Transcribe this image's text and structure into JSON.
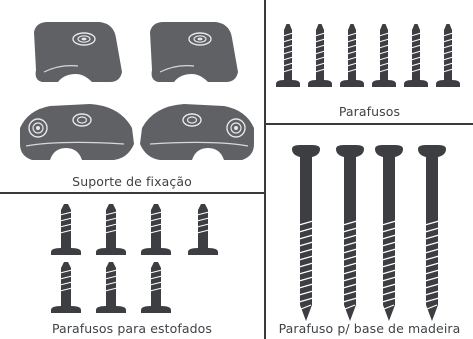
{
  "panels": {
    "mount": {
      "label": "Suporte de fixação"
    },
    "screws": {
      "label": "Parafusos"
    },
    "upholstery": {
      "label": "Parafusos para estofados"
    },
    "wood": {
      "label": "Parafuso p/ base de madeira"
    }
  },
  "colors": {
    "part_fill": "#5f6165",
    "part_dark": "#3c3e41",
    "outline": "#3a3a3a",
    "text": "#3f4246"
  }
}
